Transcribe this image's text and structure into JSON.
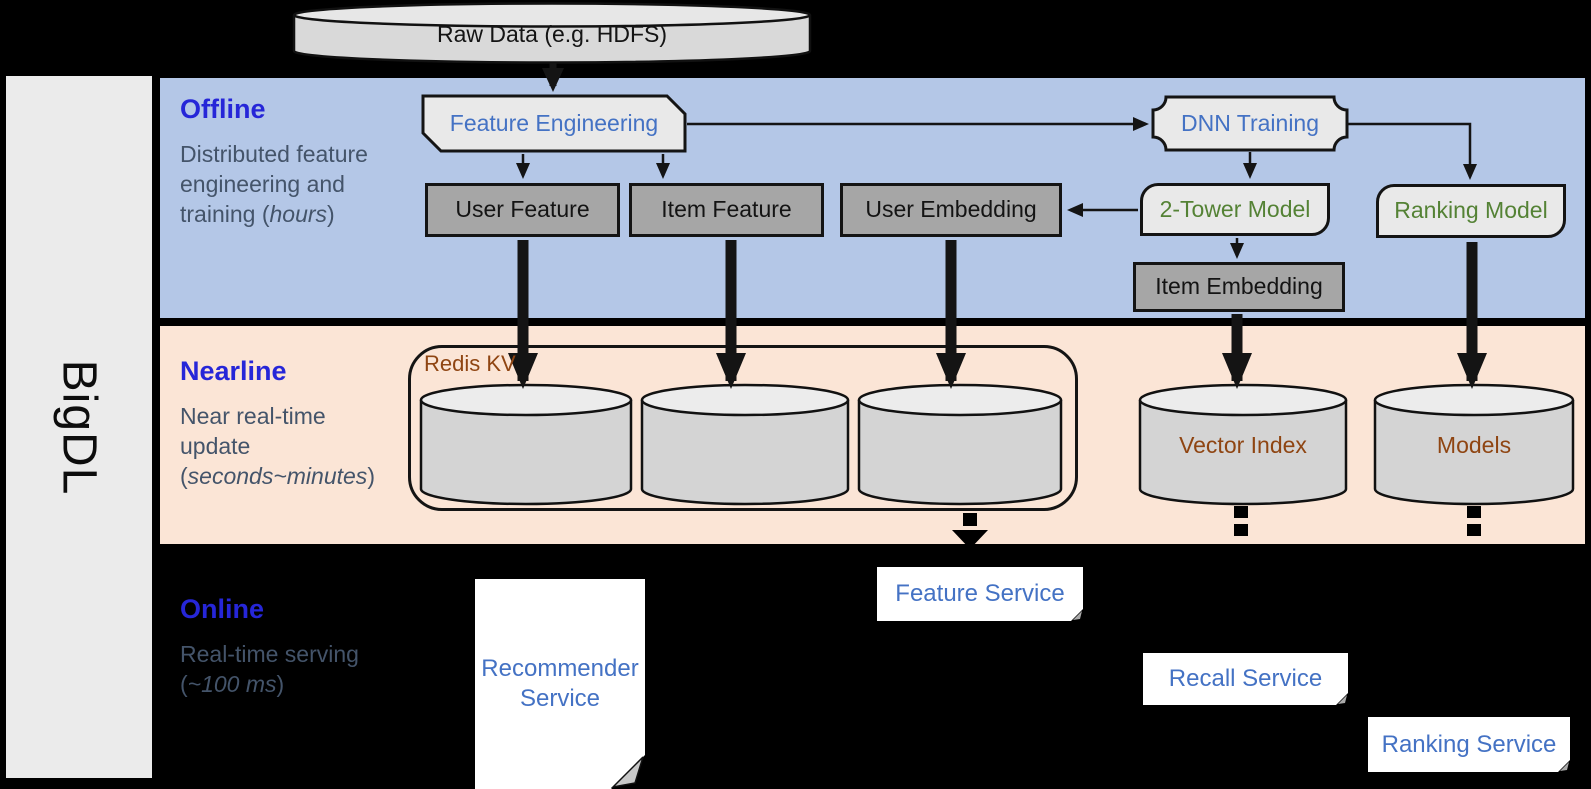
{
  "sidebar": {
    "label": "BigDL"
  },
  "source": {
    "label": "Raw Data (e.g. HDFS)"
  },
  "offline": {
    "title": "Offline",
    "subtitle_prefix": "Distributed feature engineering and training (",
    "subtitle_italic": "hours",
    "subtitle_suffix": ")",
    "nodes": {
      "feature_engineering": "Feature Engineering",
      "dnn_training": "DNN Training",
      "user_feature": "User Feature",
      "item_feature": "Item Feature",
      "user_embedding": "User Embedding",
      "two_tower_model": "2-Tower Model",
      "ranking_model": "Ranking Model",
      "item_embedding": "Item Embedding"
    }
  },
  "nearline": {
    "title": "Nearline",
    "subtitle_prefix": "Near real-time update (",
    "subtitle_italic": "seconds~minutes",
    "subtitle_suffix": ")",
    "nodes": {
      "redis_kv": "Redis KV",
      "vector_index": "Vector Index",
      "models": "Models"
    }
  },
  "online": {
    "title": "Online",
    "subtitle_prefix": "Real-time serving (",
    "subtitle_italic": "~100 ms",
    "subtitle_suffix": ")",
    "nodes": {
      "recommender_service": "Recommender Service",
      "feature_service": "Feature Service",
      "recall_service": "Recall Service",
      "ranking_service": "Ranking Service"
    }
  },
  "colors": {
    "offline_band": "#b4c7e7",
    "nearline_band": "#fbe5d6",
    "online_band": "#000000",
    "sidebar_bg": "#ebebeb",
    "heading_blue": "#2626d8",
    "node_text_blue": "#4472c4",
    "node_text_green": "#548235",
    "node_text_brown": "#8f4512",
    "subtitle_gray": "#44546a",
    "gray_node_fill": "#a6a6a6",
    "light_node_fill": "#e9e9e9",
    "cylinder_fill": "#d4d4d4"
  }
}
